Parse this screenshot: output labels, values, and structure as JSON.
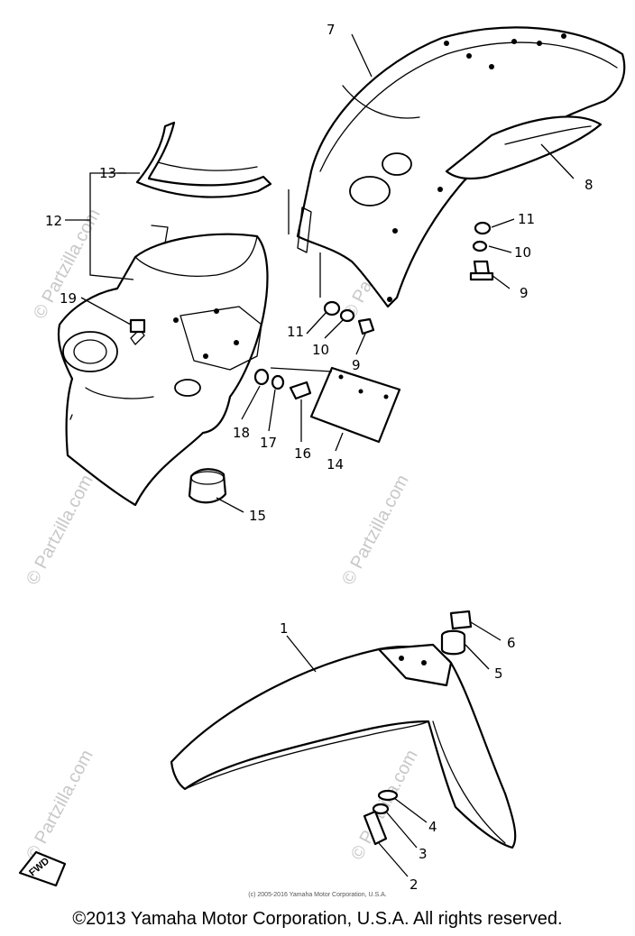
{
  "watermark_text": "© Partzilla.com",
  "fwd_label": "FWD",
  "callouts": {
    "c1": "1",
    "c2": "2",
    "c3": "3",
    "c4": "4",
    "c5": "5",
    "c6": "6",
    "c7": "7",
    "c8": "8",
    "c9a": "9",
    "c9b": "9",
    "c10a": "10",
    "c10b": "10",
    "c11a": "11",
    "c11b": "11",
    "c12": "12",
    "c13": "13",
    "c14": "14",
    "c15": "15",
    "c16": "16",
    "c17": "17",
    "c18": "18",
    "c19": "19"
  },
  "small_copyright": "(c) 2005-2016 Yamaha Motor Corporation, U.S.A.",
  "footer_copyright": "©2013 Yamaha Motor Corporation, U.S.A. All rights reserved."
}
